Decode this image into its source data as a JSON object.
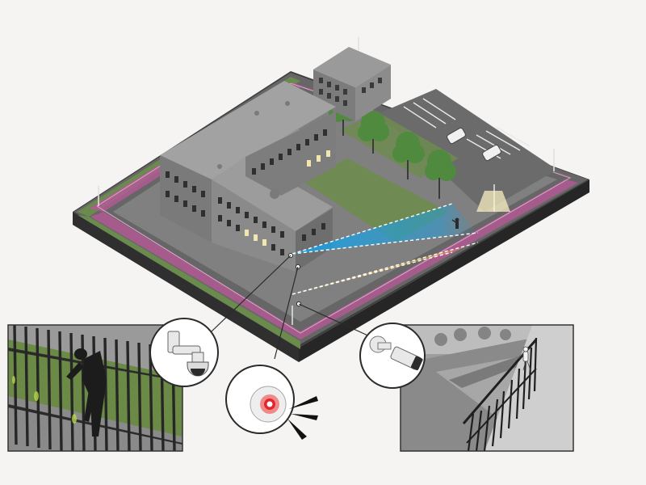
{
  "scene": {
    "title": "",
    "colors": {
      "background": "#f5f4f2",
      "ground": "#5f5f5f",
      "lawn": "#6f8a52",
      "perimeter_zone": "#b05a93",
      "building": "#8a8a8a",
      "window_lit": "#f2e6b0",
      "radar_blue": "#1f9fe0",
      "radar_yellow": "#f2b632",
      "thermal_gray": "#7d7d7d"
    },
    "elements": [
      {
        "name": "site-ground",
        "icon": "isometric-ground-plate"
      },
      {
        "name": "perimeter-fence-zone",
        "icon": "fence-zone"
      },
      {
        "name": "main-building",
        "icon": "l-shaped-building"
      },
      {
        "name": "small-building",
        "icon": "building"
      },
      {
        "name": "courtyard-lawn",
        "icon": "lawn"
      },
      {
        "name": "parking-lot",
        "icon": "parking"
      },
      {
        "name": "radar-detection-zone",
        "icon": "radar-beam"
      },
      {
        "name": "intruder-figure",
        "icon": "person"
      }
    ],
    "callouts": [
      {
        "name": "ptz-camera-callout",
        "icon": "ptz-dome-camera-icon"
      },
      {
        "name": "siren-strobe-callout",
        "icon": "siren-strobe-icon"
      },
      {
        "name": "bullet-camera-callout",
        "icon": "bullet-camera-icon"
      }
    ],
    "insets": [
      {
        "name": "thermal-view-fence-climber",
        "icon": "thermal-image"
      },
      {
        "name": "camera-view-fence-intruder",
        "icon": "camera-image"
      }
    ]
  }
}
